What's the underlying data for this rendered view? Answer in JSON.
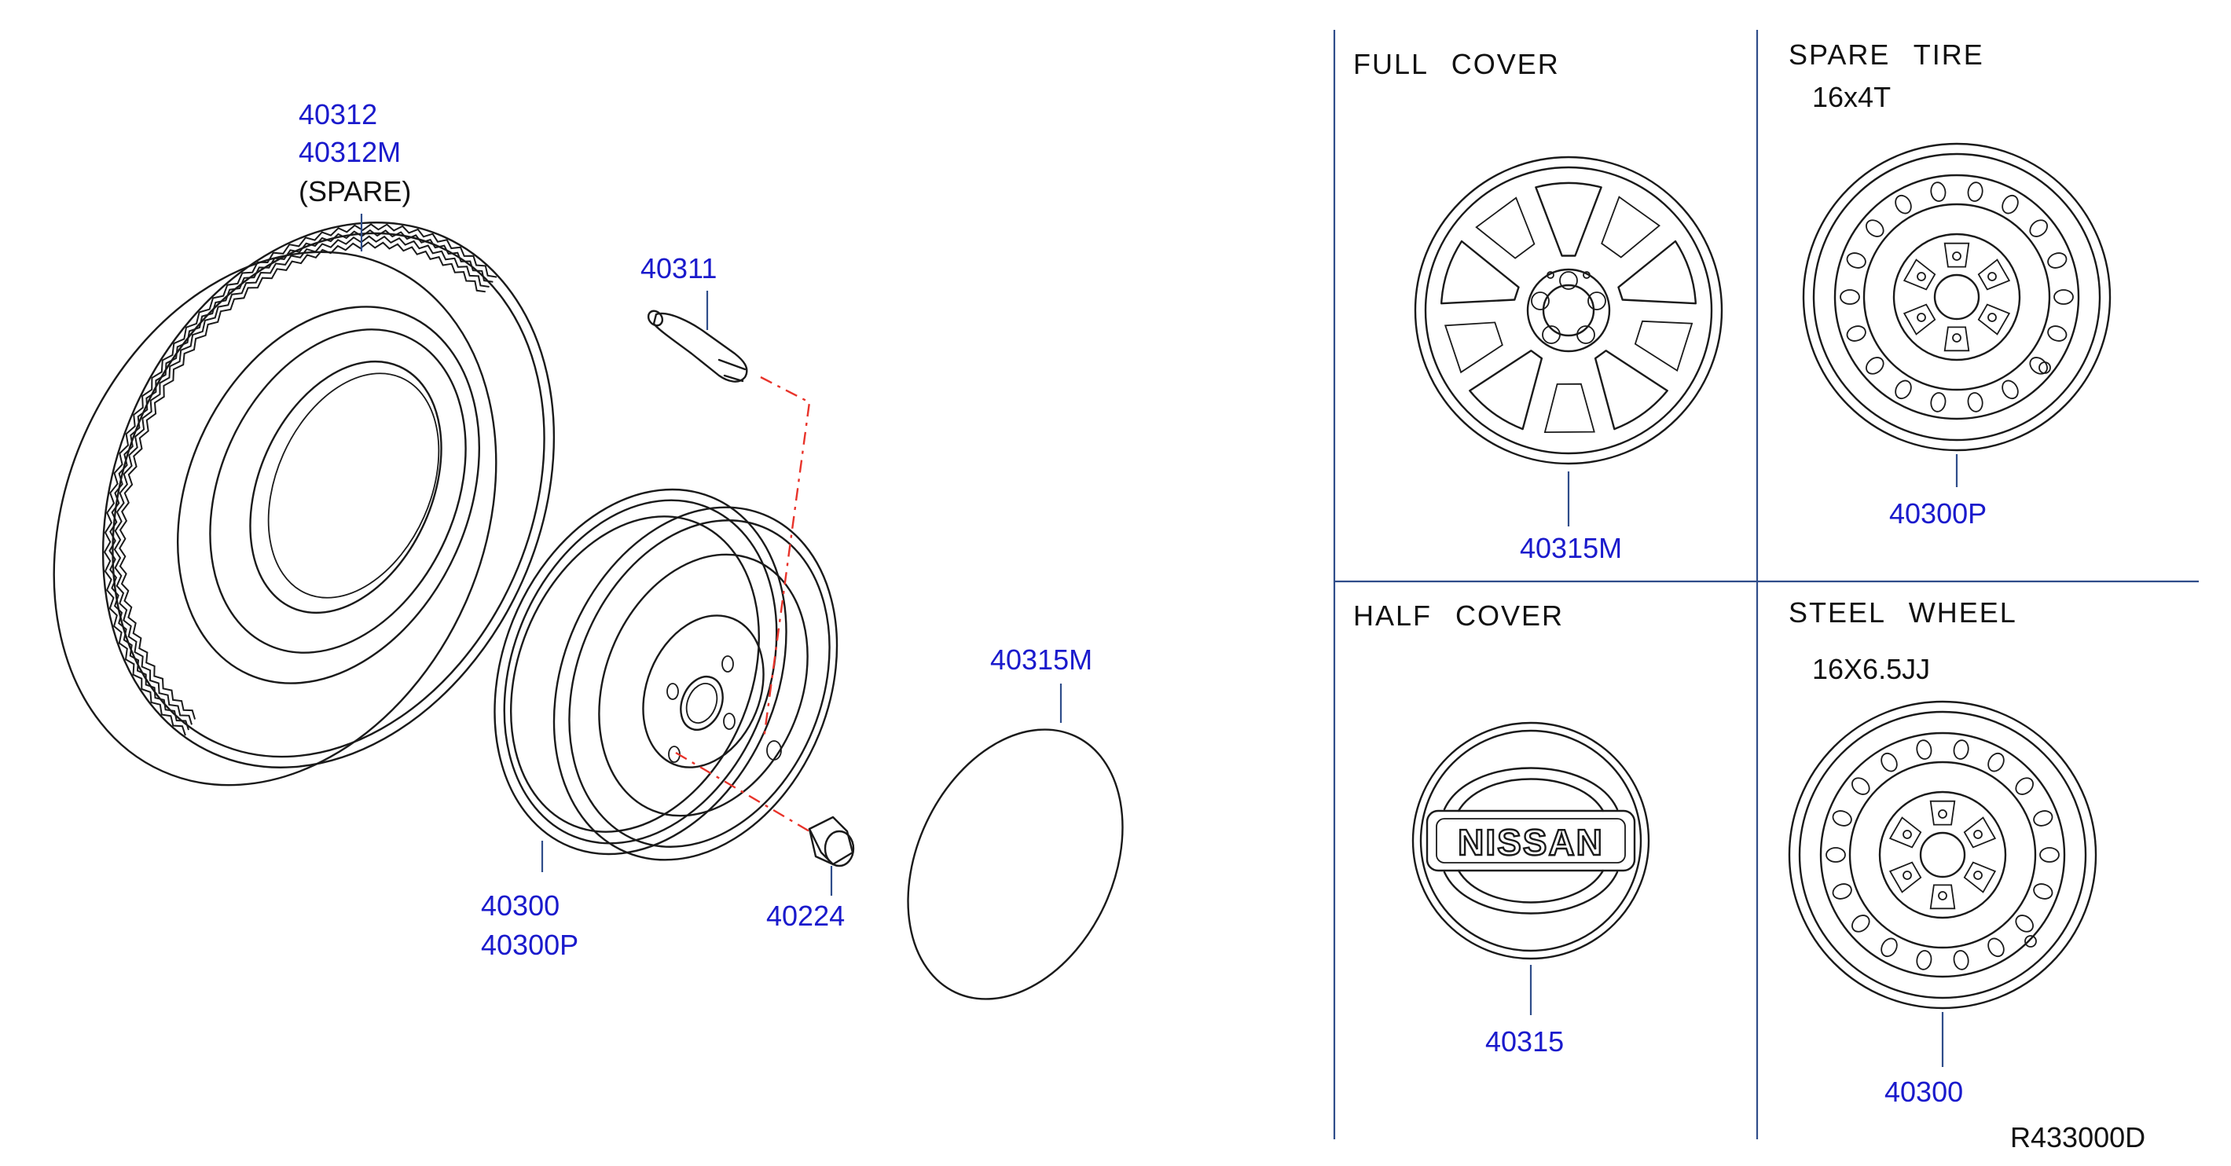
{
  "colors": {
    "part_number": "#1a1acc",
    "frame": "#2f4d8a",
    "hidden_line": "#e8332a",
    "ink": "#1a1a1a"
  },
  "labels": {
    "tire": [
      "40312",
      "40312M"
    ],
    "tire_note": "(SPARE)",
    "valve": "40311",
    "wheel": [
      "40300",
      "40300P"
    ],
    "nut": "40224",
    "cap": "40315M"
  },
  "panels": {
    "full_cover": {
      "title": "FULL  COVER",
      "part": "40315M"
    },
    "spare_tire": {
      "title": "SPARE  TIRE",
      "size": "16x4T",
      "part": "40300P"
    },
    "half_cover": {
      "title": "HALF  COVER",
      "part": "40315",
      "logo_text": "NISSAN"
    },
    "steel_wheel": {
      "title": "STEEL  WHEEL",
      "size": "16X6.5JJ",
      "part": "40300"
    }
  },
  "reference_code": "R433000D"
}
